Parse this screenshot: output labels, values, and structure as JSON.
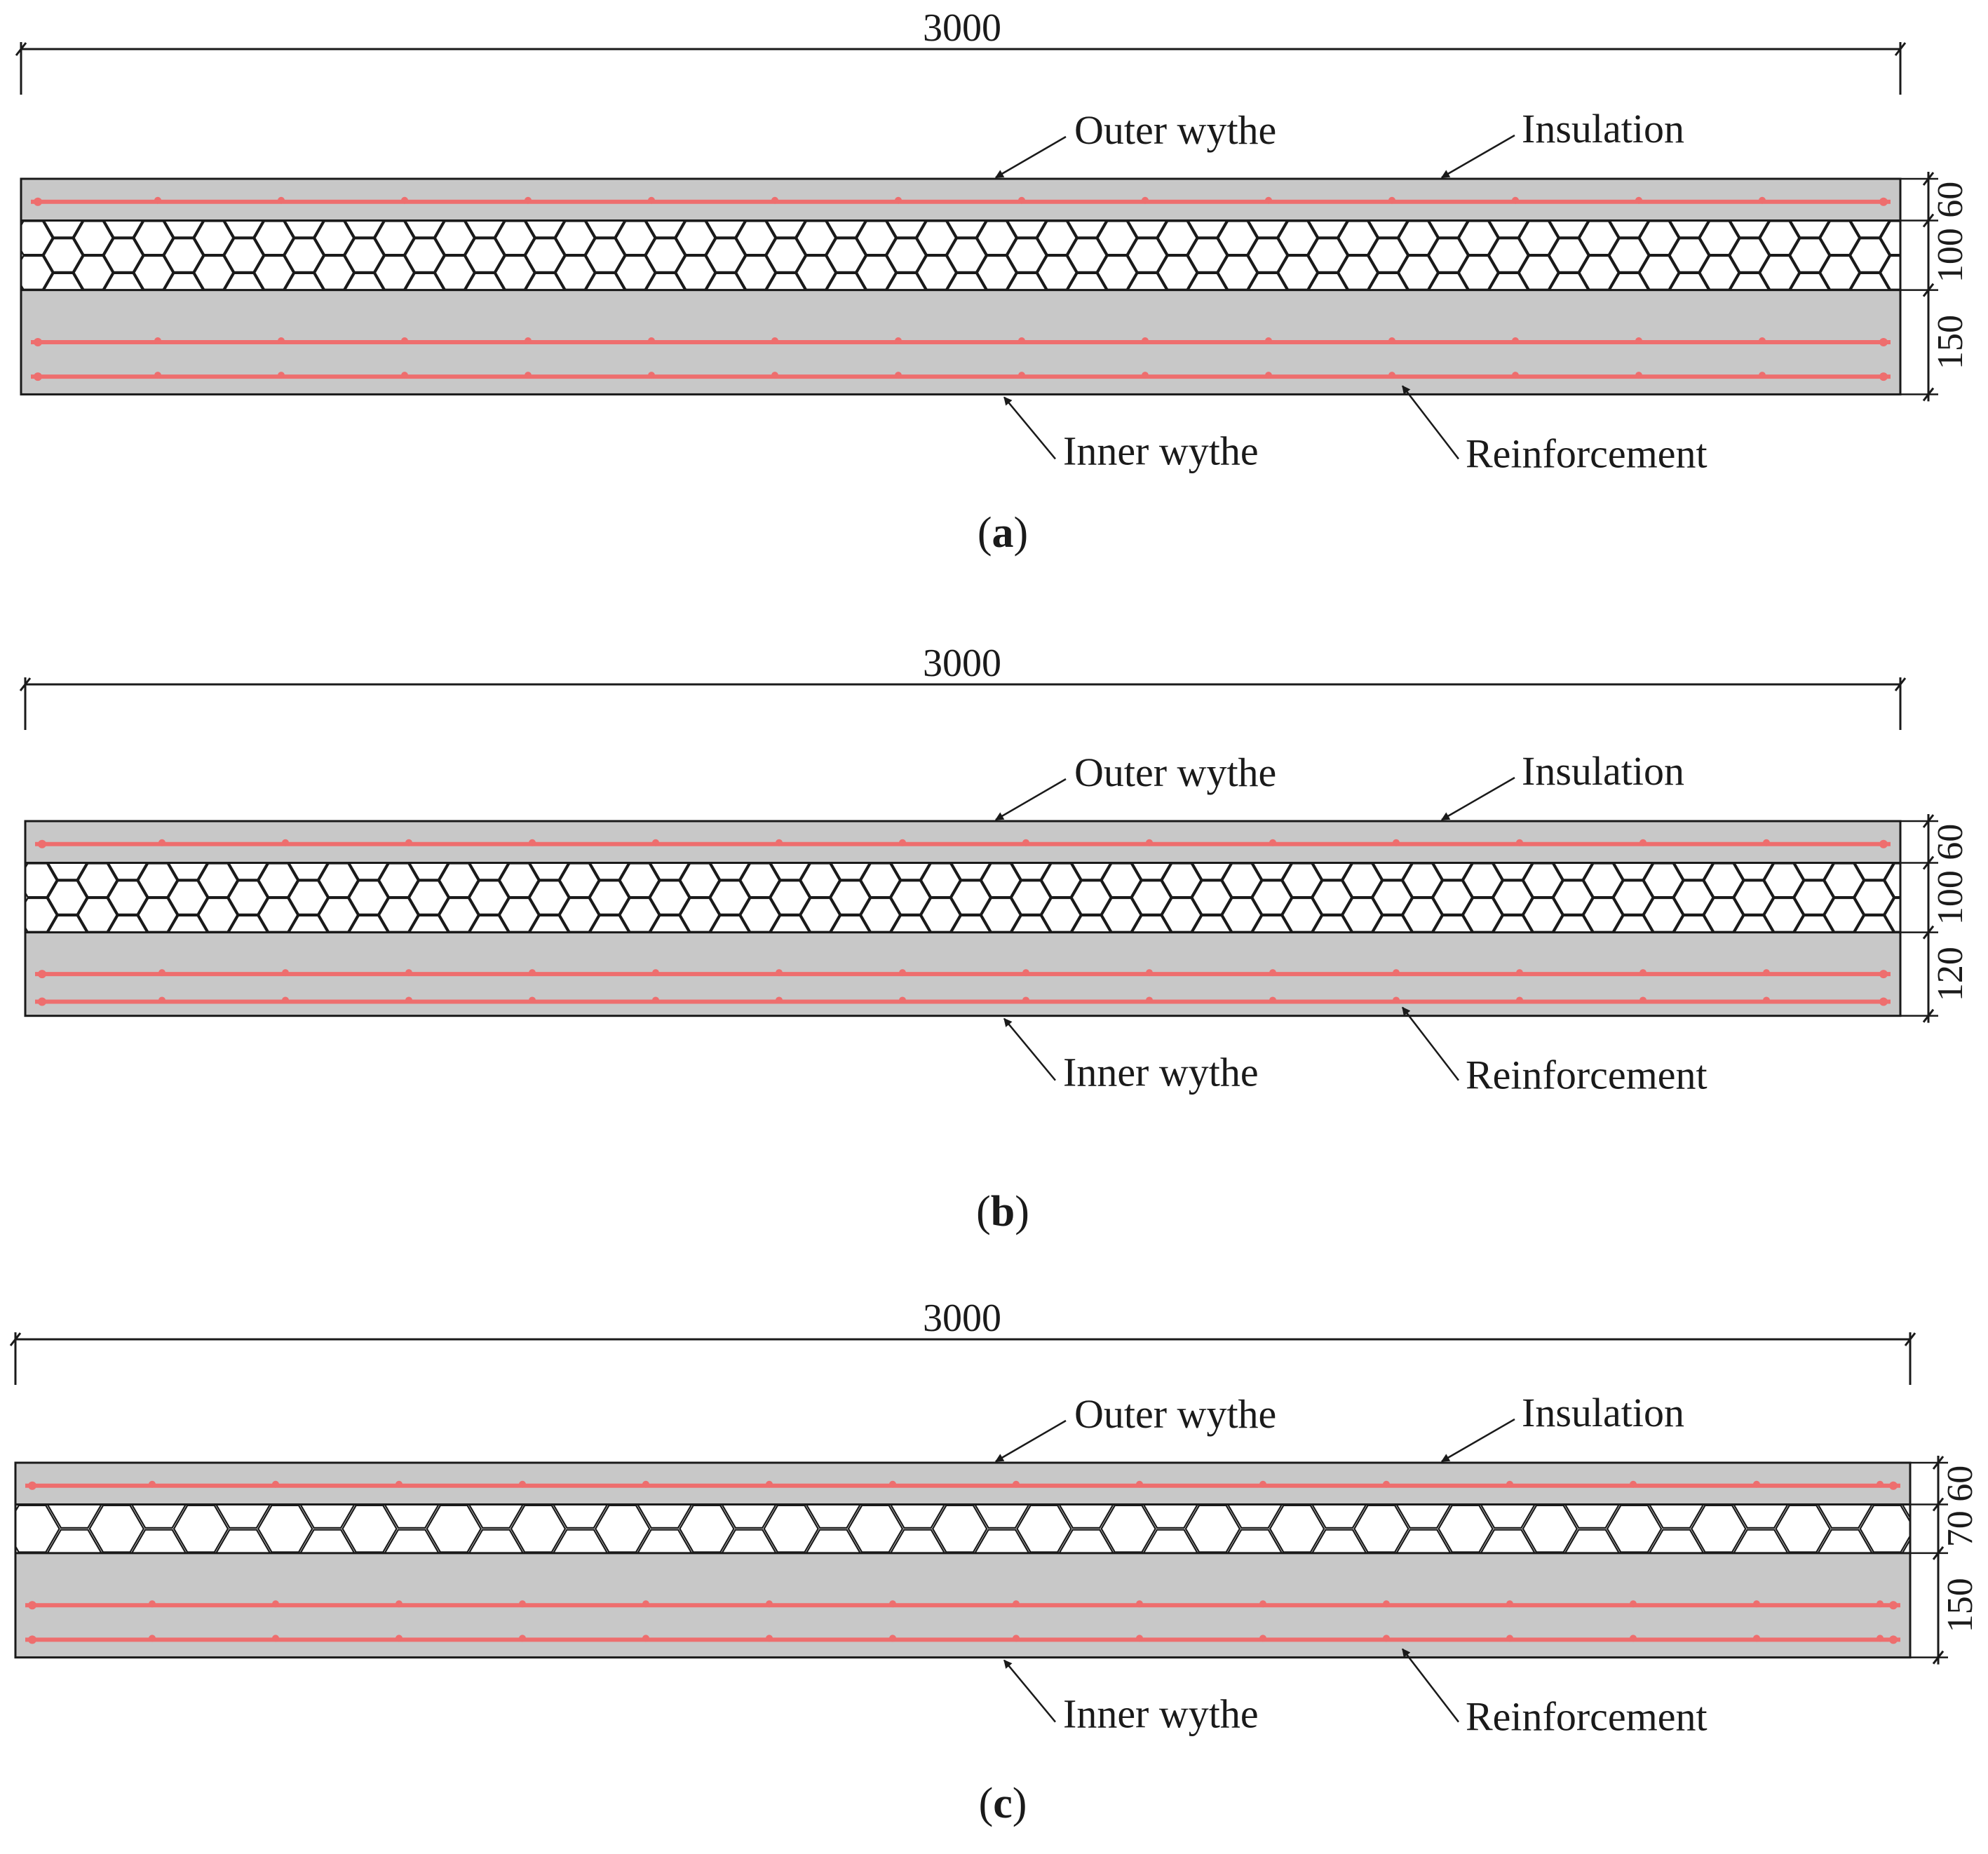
{
  "panels": [
    {
      "id": "a",
      "caption_letter": "a",
      "length_label": "3000",
      "labels": {
        "outer": "Outer wythe",
        "insulation": "Insulation",
        "inner": "Inner wythe",
        "reinforcement": "Reinforcement"
      },
      "thickness": [
        {
          "label": "60",
          "value": 60
        },
        {
          "label": "100",
          "value": 100
        },
        {
          "label": "150",
          "value": 150
        }
      ],
      "outer_bar_rows": 1,
      "inner_bar_rows": 2
    },
    {
      "id": "b",
      "caption_letter": "b",
      "length_label": "3000",
      "labels": {
        "outer": "Outer wythe",
        "insulation": "Insulation",
        "inner": "Inner wythe",
        "reinforcement": "Reinforcement"
      },
      "thickness": [
        {
          "label": "60",
          "value": 60
        },
        {
          "label": "100",
          "value": 100
        },
        {
          "label": "120",
          "value": 120
        }
      ],
      "outer_bar_rows": 1,
      "inner_bar_rows": 2
    },
    {
      "id": "c",
      "caption_letter": "c",
      "length_label": "3000",
      "labels": {
        "outer": "Outer wythe",
        "insulation": "Insulation",
        "inner": "Inner wythe",
        "reinforcement": "Reinforcement"
      },
      "thickness": [
        {
          "label": "60",
          "value": 60
        },
        {
          "label": "70",
          "value": 70
        },
        {
          "label": "150",
          "value": 150
        }
      ],
      "outer_bar_rows": 1,
      "inner_bar_rows": 2
    }
  ],
  "colors": {
    "concrete": "#c8c8c8",
    "rebar": "#ee6e6e",
    "line": "#1a1a1a",
    "insulation_fill": "#ffffff"
  },
  "icons": {
    "leader": "arrowhead-icon",
    "dimension_tick": "dimension-tick-icon"
  }
}
